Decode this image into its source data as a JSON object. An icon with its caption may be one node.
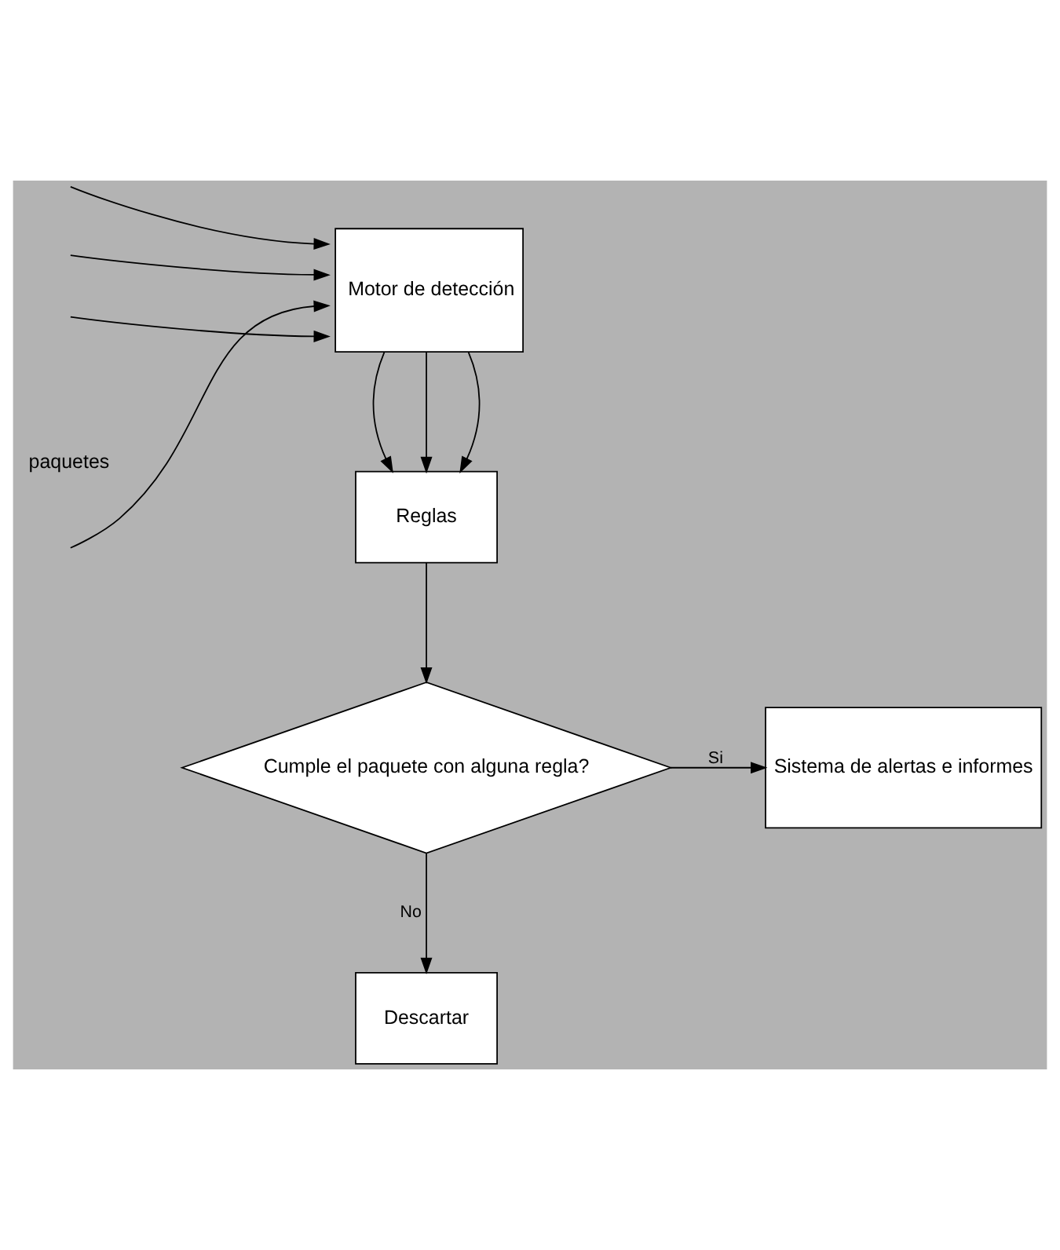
{
  "diagram": {
    "nodes": [
      {
        "text": [
          "Motor de detección"
        ]
      },
      {
        "text": [
          "Sistema de alertas e informes"
        ]
      },
      {
        "text": [
          "Reglas"
        ]
      },
      {
        "text": [
          "Cumple el paquete con alguna regla?"
        ]
      },
      {
        "text": [
          "Descartar"
        ]
      }
    ],
    "edges": [
      {
        "from": null,
        "to": 0,
        "arrow": "to"
      },
      {
        "from": null,
        "to": 0,
        "arrow": "to"
      },
      {
        "from": null,
        "to": 0,
        "arrow": "to"
      },
      {
        "from": null,
        "to": 0,
        "arrow": "to"
      },
      {
        "from": 0,
        "to": 2,
        "arrow": "to"
      },
      {
        "from": 0,
        "to": 2,
        "arrow": "to"
      },
      {
        "from": 0,
        "to": 2,
        "arrow": "to"
      },
      {
        "from": 2,
        "to": 3,
        "arrow": "to"
      },
      {
        "from": 3,
        "to": 1,
        "arrow": "to",
        "label": "Si"
      },
      {
        "from": 3,
        "to": 4,
        "arrow": "to",
        "label": "No"
      }
    ],
    "labels": [
      "paquetes"
    ]
  }
}
